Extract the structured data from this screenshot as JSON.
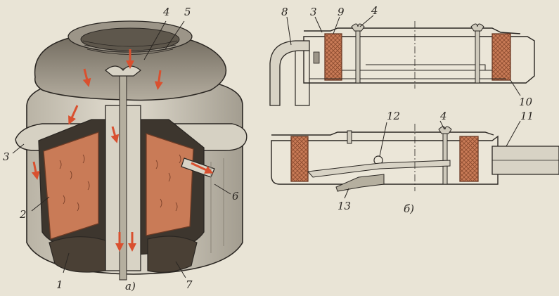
{
  "figure_a": {
    "caption": "а)",
    "callouts": [
      "1",
      "2",
      "3",
      "4",
      "5",
      "6",
      "7"
    ]
  },
  "figure_b": {
    "caption": "б)",
    "callouts": [
      "8",
      "3",
      "9",
      "4",
      "10",
      "12",
      "4",
      "11",
      "13"
    ]
  },
  "colors": {
    "paper": "#e9e4d6",
    "ink": "#2a2622",
    "metal": "#c9c4b6",
    "filter": "#c97b57",
    "filter_dark": "#9c5a3d",
    "flow_arrow": "#d9502f",
    "cap": "#8f877a"
  },
  "icons": [
    "air-flow-arrow",
    "wing-nut",
    "filter-element",
    "outlet-pipe"
  ]
}
